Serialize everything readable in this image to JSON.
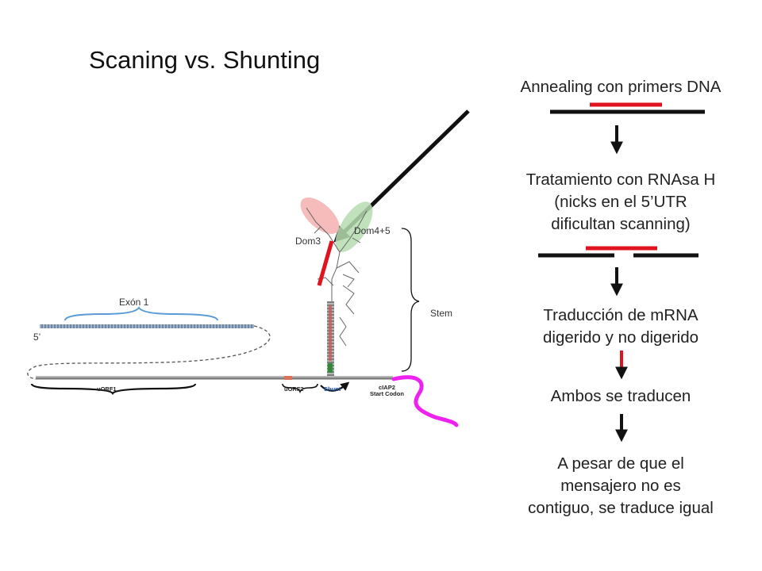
{
  "title": "Scaning vs. Shunting",
  "steps": {
    "s1": "Annealing con primers DNA",
    "s2_l1": "Tratamiento con RNAsa H",
    "s2_l2": "(nicks en el 5’UTR",
    "s2_l3": "dificultan scanning)",
    "s3_l1": "Traducción de mRNA",
    "s3_l2": "digerido y no digerido",
    "s4": "Ambos se traducen",
    "s5_l1": "A pesar de que el",
    "s5_l2": "mensajero no es",
    "s5_l3": "contiguo, se traduce igual"
  },
  "labels": {
    "dom3": "Dom3",
    "dom45": "Dom4+5",
    "exon1": "Exón 1",
    "five_prime": "5’",
    "stem": "Stem",
    "uorf1": "uORF1",
    "uorf2": "uORF2",
    "shunt": "Shunt",
    "ciap2_l1": "cIAP2",
    "ciap2_l2": "Start Codon"
  },
  "colors": {
    "primer_red": "#e0141e",
    "mrna_pink": "#ee22ee",
    "dom3_fill": "#f4b0b0",
    "dom45_fill": "#b6dcb0",
    "exon_blue": "#5b9bd5",
    "shunt_blue": "#1f4fa0"
  }
}
